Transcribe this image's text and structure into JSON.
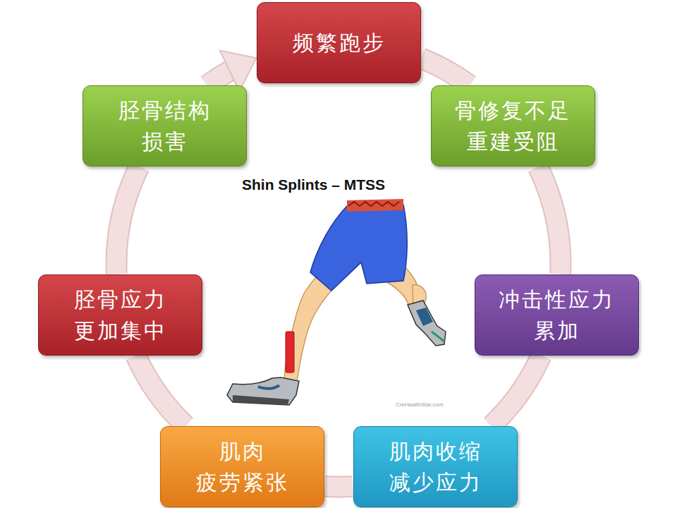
{
  "diagram": {
    "title": "Shin Splints – MTSS",
    "nodes": [
      {
        "text": [
          "频繁跑步"
        ]
      },
      {
        "text": [
          "骨修复不足 重建受阻"
        ]
      },
      {
        "text": [
          "冲击性应力 累加"
        ]
      },
      {
        "text": [
          "肌肉收缩 减少应力"
        ]
      },
      {
        "text": [
          "肌肉 疲劳紧张"
        ]
      },
      {
        "text": [
          "胫骨应力 更加集中"
        ]
      },
      {
        "text": [
          "胫骨结构 损害"
        ]
      }
    ],
    "edges": [
      {
        "from": 0,
        "to": 1,
        "arrow": "none"
      },
      {
        "from": 1,
        "to": 2,
        "arrow": "none"
      },
      {
        "from": 2,
        "to": 3,
        "arrow": "none"
      },
      {
        "from": 3,
        "to": 4,
        "arrow": "none"
      },
      {
        "from": 4,
        "to": 5,
        "arrow": "none"
      },
      {
        "from": 5,
        "to": 6,
        "arrow": "none"
      },
      {
        "from": 6,
        "to": 0,
        "arrow": "to"
      }
    ],
    "labels": [
      "CreHealthStar.com"
    ]
  }
}
